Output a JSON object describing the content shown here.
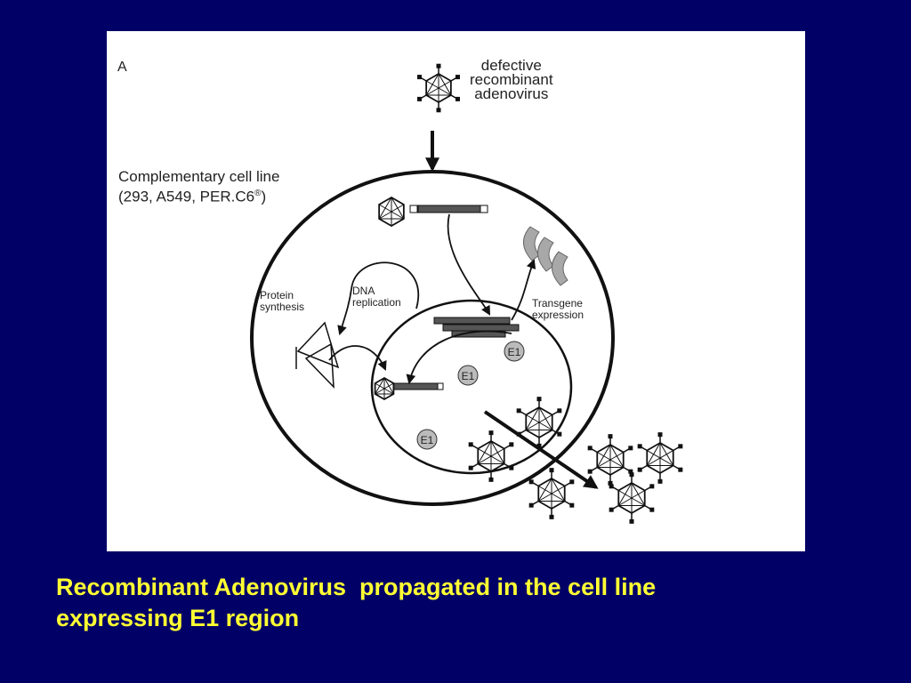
{
  "figure": {
    "panel_letter": "A",
    "virus_label": [
      "defective",
      "recombinant",
      "adenovirus"
    ],
    "cell_line_label": [
      "Complementary cell line",
      "(293, A549, PER.C6",
      "®",
      ")"
    ],
    "protein_label": [
      "Protein",
      "synthesis"
    ],
    "dna_label": [
      "DNA",
      "replication"
    ],
    "transgene_label": [
      "Transgene",
      "expression"
    ],
    "e1_label": "E1"
  },
  "caption": {
    "line1": "Recombinant Adenovirus  propagated in the cell line",
    "line2": "expressing E1 region"
  },
  "colors": {
    "background": "#000066",
    "caption": "#ffff33",
    "figure_bg": "#ffffff"
  }
}
